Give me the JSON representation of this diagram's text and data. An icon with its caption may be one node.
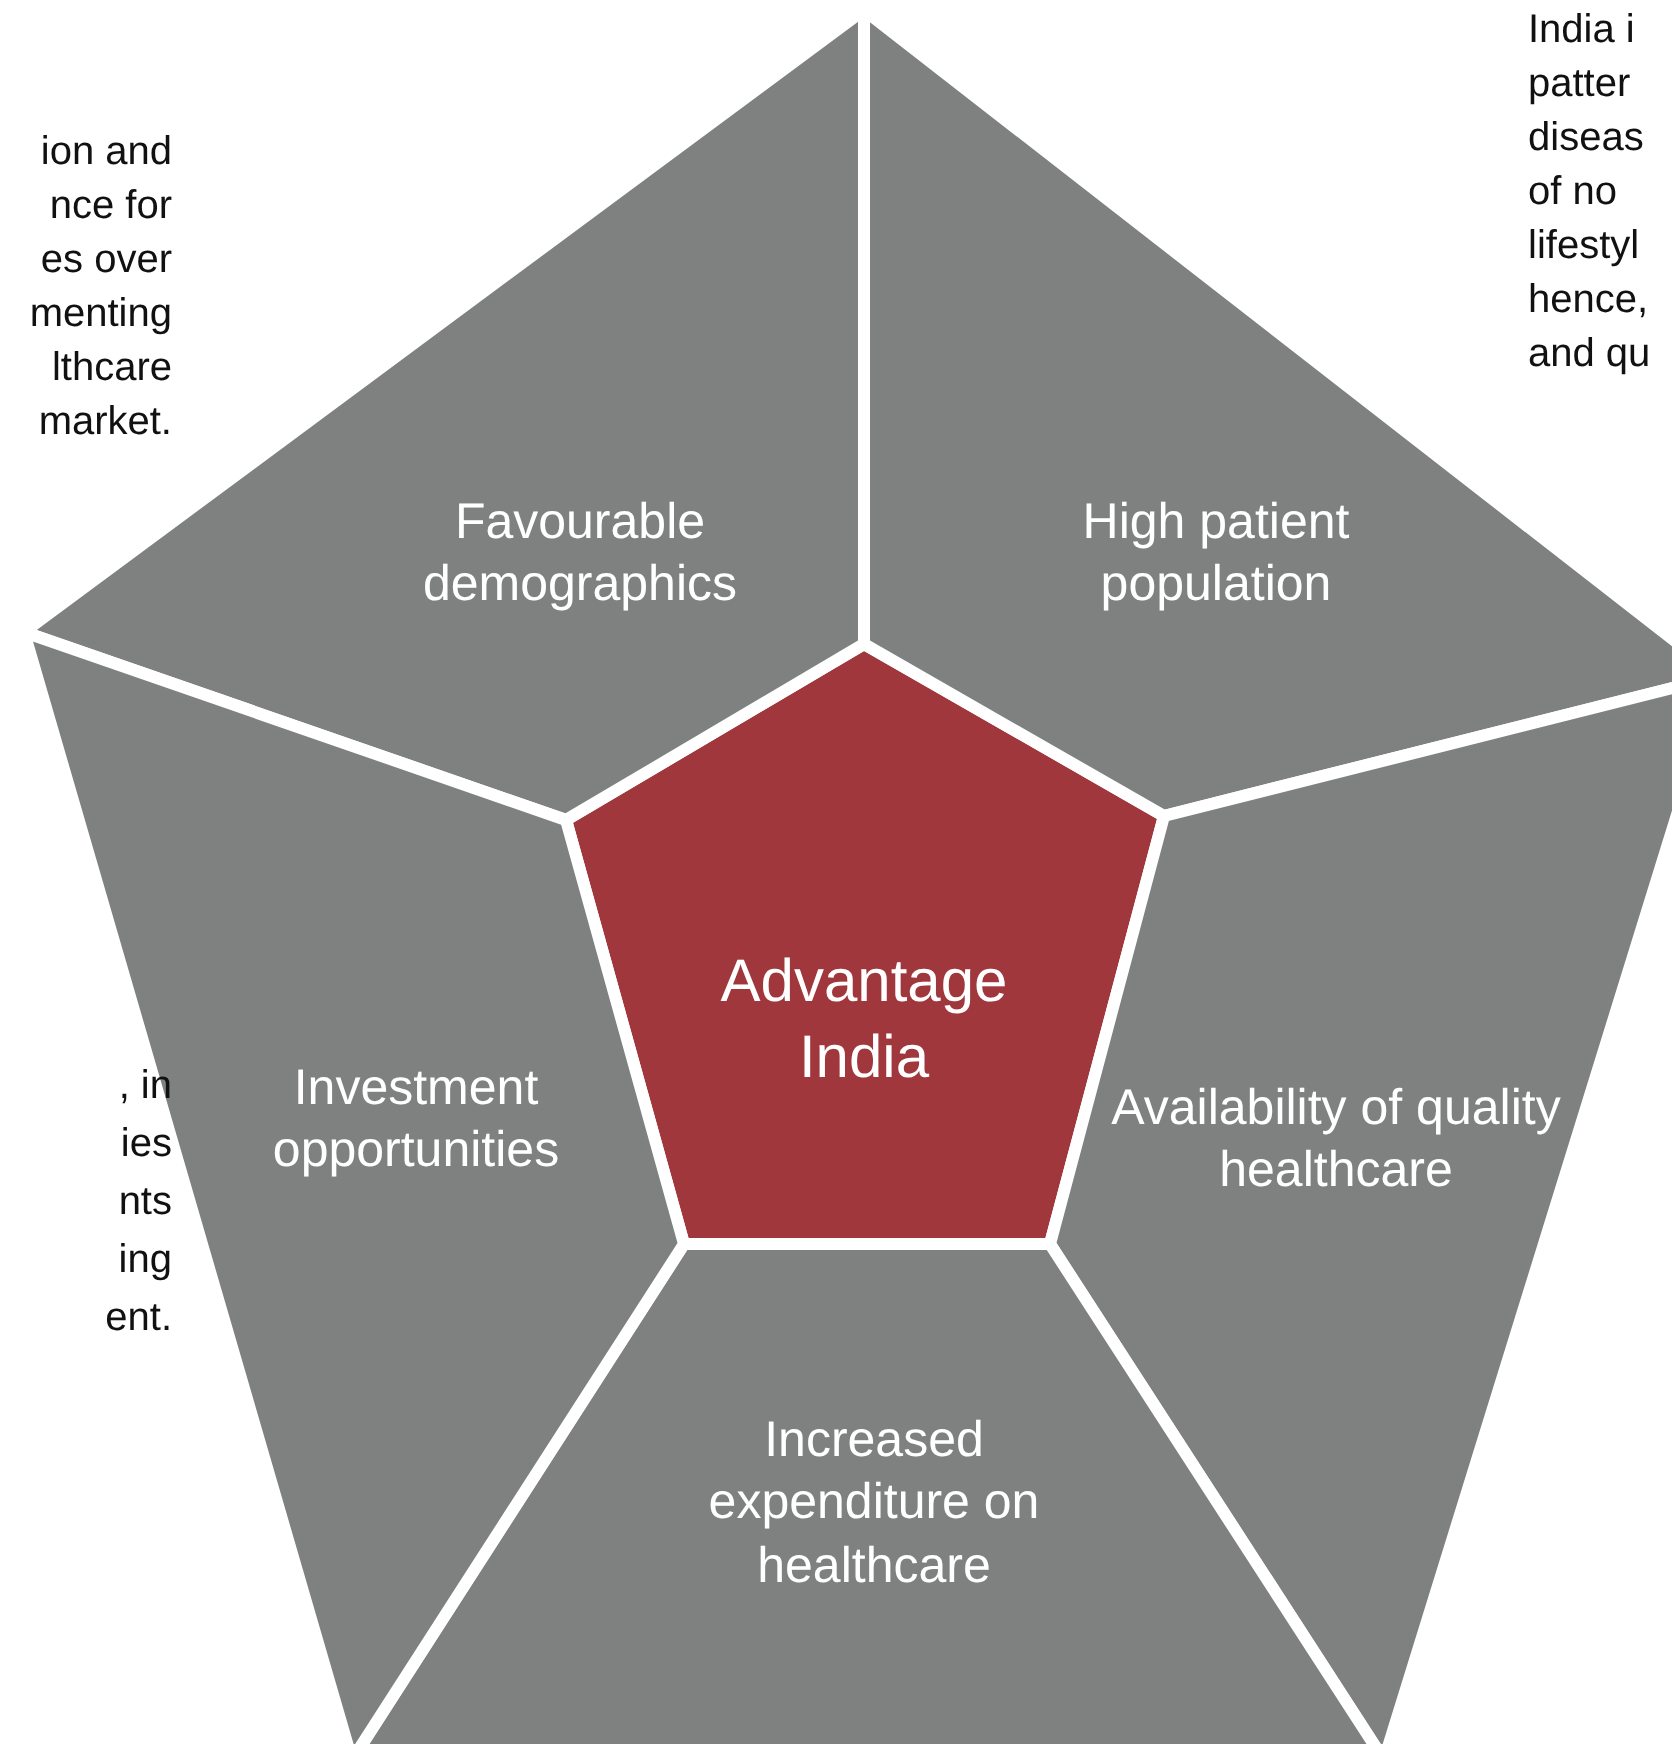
{
  "diagram": {
    "nodes": [
      {
        "text": [
          "Advantage India"
        ]
      },
      {
        "text": [
          "Favourable demographics"
        ]
      },
      {
        "text": [
          "High patient population"
        ]
      },
      {
        "text": [
          "Availability of quality healthcare"
        ]
      },
      {
        "text": [
          "Increased expenditure on healthcare"
        ]
      },
      {
        "text": [
          "Investment opportunities"
        ]
      }
    ],
    "labels": [
      "ion and",
      "nce for",
      "es over",
      "menting",
      "lthcare",
      "market.",
      "India i",
      "patter",
      "diseas",
      "of no",
      "lifestyl",
      "hence,",
      "and qu",
      ", in",
      "ies",
      "nts",
      "ing",
      "ent."
    ]
  }
}
